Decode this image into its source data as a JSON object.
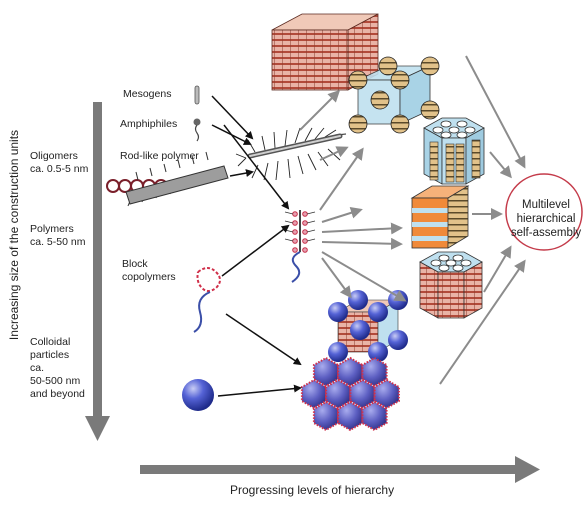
{
  "diagram": {
    "y_axis_label": "Increasing size of the construction units",
    "x_axis_label": "Progressing levels of hierarchy",
    "size_classes": [
      {
        "text": "Oligomers\nca. 0.5-5 nm"
      },
      {
        "text": "Polymers\nca. 5-50 nm"
      },
      {
        "text": "Colloidal\nparticles\nca.\n50-500 nm\nand beyond"
      }
    ],
    "units": [
      {
        "text": "Mesogens"
      },
      {
        "text": "Amphiphiles"
      },
      {
        "text": "Rod-like polymer"
      },
      {
        "text": "Block\ncopolymers"
      }
    ],
    "goal": "Multilevel\nhierarchical\nself-assembly",
    "colors": {
      "arrow_black": "#111111",
      "arrow_gray": "#8c8c8c",
      "axis_gray": "#7a7a7a",
      "sphere_blue": "#3a47c6",
      "hexagon_blue": "#5d5fc2",
      "fringe_red": "#d0304a",
      "goal_circle": "#c43b4a",
      "lamella_orange": "#f08a3a",
      "lamella_blue": "#bfe0ef",
      "block_tan": "#e2c28a",
      "block_pink": "#e9b3a6"
    }
  }
}
